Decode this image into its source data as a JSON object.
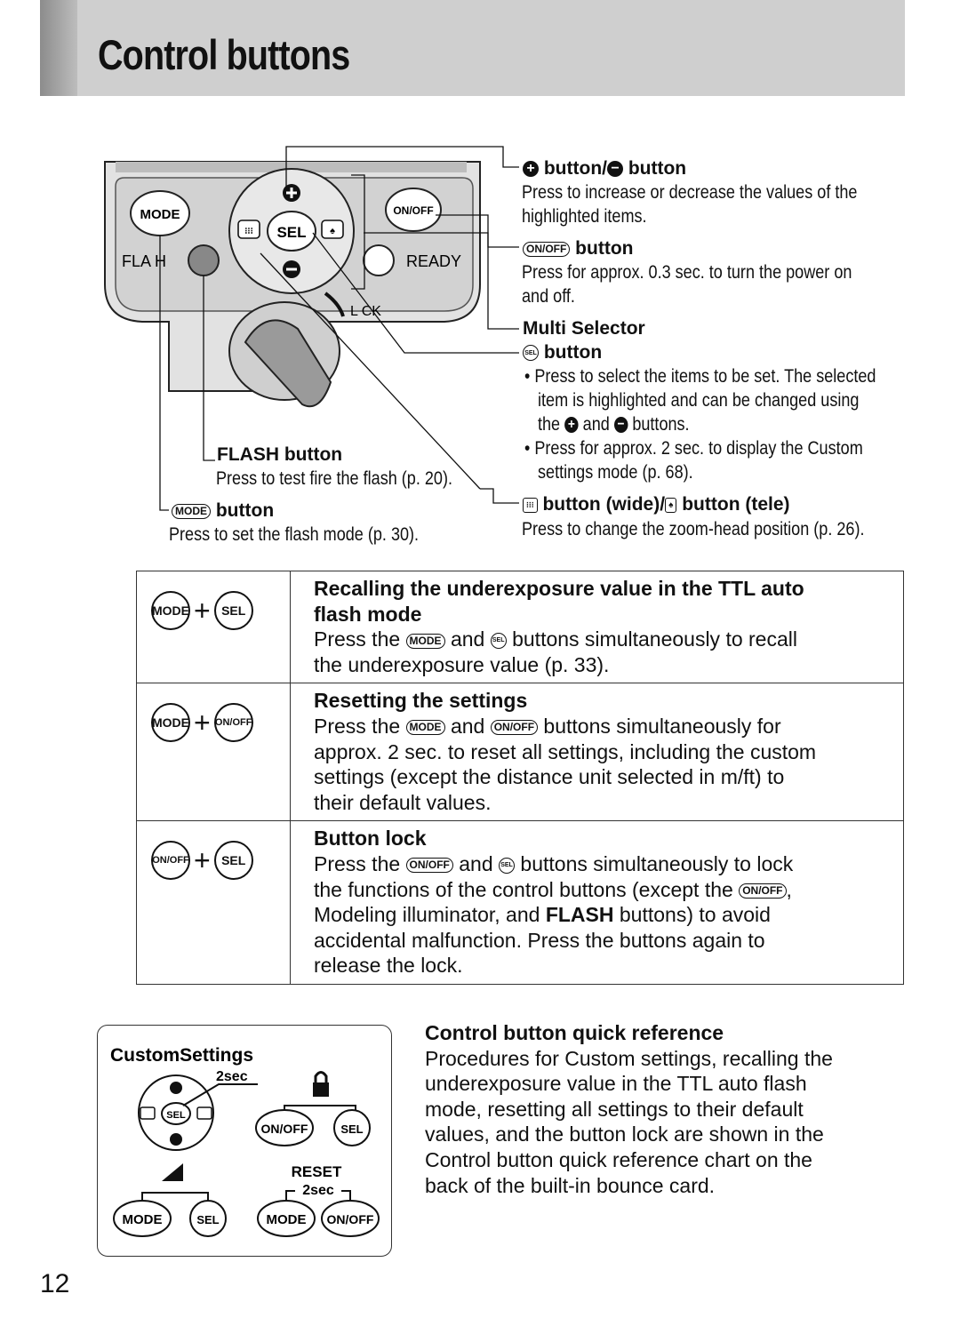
{
  "header": {
    "title": "Control buttons"
  },
  "callouts": {
    "plus_minus": {
      "label": "button/",
      "label2": "button",
      "desc_lines": [
        "Press to increase or decrease the values of the",
        "highlighted items."
      ]
    },
    "onoff": {
      "pill": "ON/OFF",
      "label": "button",
      "desc_lines": [
        "Press for approx. 0.3 sec. to turn the power on",
        "and off."
      ]
    },
    "multi": {
      "title": "Multi Selector",
      "sel_label": "button",
      "bullet1_lines": [
        "Press to select the items to be set. The selected",
        "item is highlighted and can be changed using",
        "the",
        "and",
        "buttons."
      ],
      "bullet2_lines": [
        "Press for approx. 2 sec. to display the Custom",
        "settings mode (p. 68)."
      ]
    },
    "zoom": {
      "label": "button (wide)/",
      "label2": "button (tele)",
      "desc": "Press to change the zoom-head position (p. 26)."
    },
    "flash": {
      "label": "FLASH button",
      "desc": "Press to test fire the flash (p. 20)."
    },
    "mode": {
      "pill": "MODE",
      "label": "button",
      "desc": "Press to set the flash mode (p. 30)."
    }
  },
  "device": {
    "mode": "MODE",
    "onoff": "ON/OFF",
    "sel": "SEL",
    "flash": "FLA  H",
    "ready": "READY",
    "lock": "L CK"
  },
  "table": {
    "rows": [
      {
        "icon1": "MODE",
        "icon2": "SEL",
        "title_lines": [
          "Recalling the underexposure value in the TTL auto",
          "flash mode"
        ],
        "body_a": "Press the",
        "pill1": "MODE",
        "body_b": "and",
        "body_c": "buttons simultaneously to recall",
        "body_lines": [
          "the underexposure value (p. 33)."
        ]
      },
      {
        "icon1": "MODE",
        "icon2": "ON/OFF",
        "title_lines": [
          "Resetting the settings"
        ],
        "body_a": "Press the",
        "pill1": "MODE",
        "body_b": "and",
        "pill2": "ON/OFF",
        "body_c": "buttons simultaneously for",
        "body_lines": [
          "approx. 2 sec. to reset all settings, including the custom",
          "settings (except the distance unit selected in m/ft) to",
          "their default values."
        ]
      },
      {
        "icon1": "ON/OFF",
        "icon2": "SEL",
        "title_lines": [
          "Button lock"
        ],
        "body_a": "Press the",
        "pill1": "ON/OFF",
        "body_b": "and",
        "body_c": "buttons simultaneously to lock",
        "line2a": "the functions of the control buttons (except the",
        "pill3": "ON/OFF",
        "line2b": ",",
        "line3a": "Modeling illuminator, and",
        "line3b": "FLASH",
        "line3c": "buttons) to avoid",
        "body_lines": [
          "accidental malfunction. Press the buttons again to",
          "release the lock."
        ]
      }
    ]
  },
  "quickref_box": {
    "title": "CustomSettings",
    "sec1": "2sec",
    "onoff": "ON/OFF",
    "sel": "SEL",
    "reset": "RESET",
    "sec2": "2sec",
    "mode": "MODE",
    "sel2": "SEL",
    "mode2": "MODE",
    "onoff2": "ON/OFF"
  },
  "quickref": {
    "title": "Control button quick reference",
    "lines": [
      "Procedures for Custom settings, recalling the",
      "underexposure value in the TTL auto flash",
      "mode, resetting all settings to their default",
      "values, and the button lock are shown in the",
      "Control button quick reference chart on the",
      "back of the built-in bounce card."
    ]
  },
  "page_number": "12"
}
